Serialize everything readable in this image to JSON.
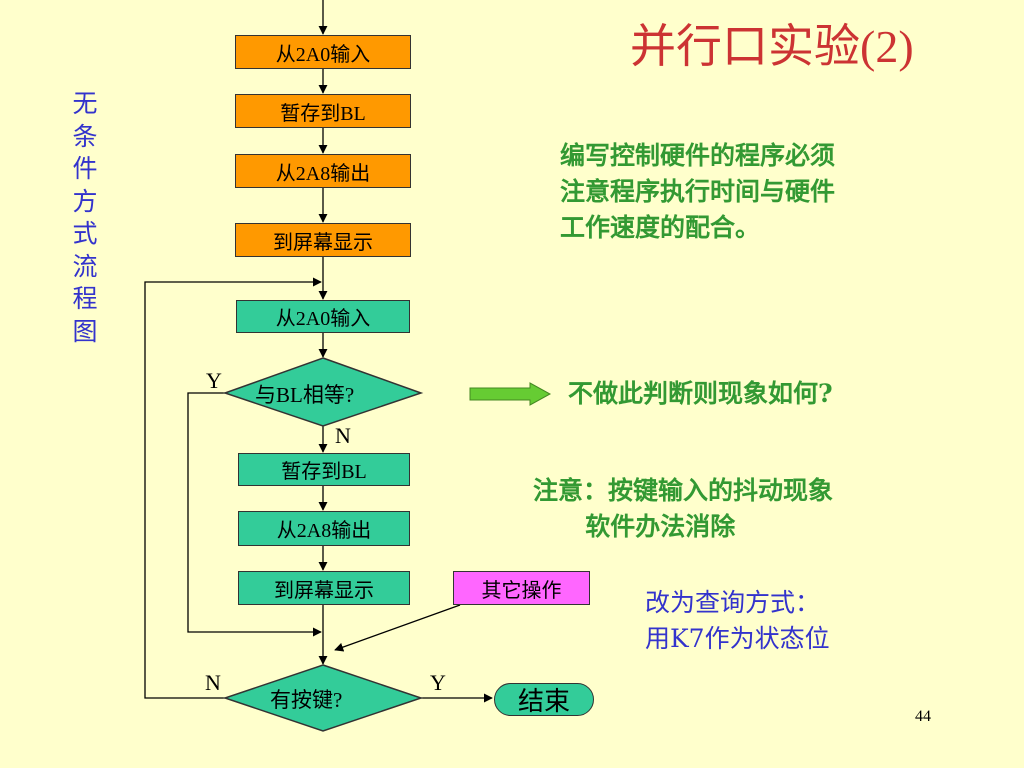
{
  "title": "并行口实验(2)",
  "vertical_label": "无条件方式流程图",
  "flow": {
    "in1": "从2A0输入",
    "store1": "暂存到BL",
    "out1": "从2A8输出",
    "show1": "到屏幕显示",
    "in2": "从2A0输入",
    "compare": "与BL相等?",
    "store2": "暂存到BL",
    "out2": "从2A8输出",
    "show2": "到屏幕显示",
    "other": "其它操作",
    "keycheck": "有按键?",
    "end": "结束",
    "y1": "Y",
    "n1": "N",
    "n2": "N",
    "y2": "Y"
  },
  "notes": {
    "note1": "编写控制硬件的程序必须\n注意程序执行时间与硬件\n工作速度的配合。",
    "question": "不做此判断则现象如何?",
    "attention": "注意：按键输入的抖动现象\n      软件办法消除",
    "polling": "改为查询方式：\n用K7作为状态位"
  },
  "page_number": "44",
  "colors": {
    "title": "#cc3333",
    "orange_box": "#ff9900",
    "green_box": "#33cc99",
    "magenta_box": "#ff66ff",
    "green_text": "#339933",
    "blue_text": "#3333cc",
    "background": "#ffffcc"
  }
}
